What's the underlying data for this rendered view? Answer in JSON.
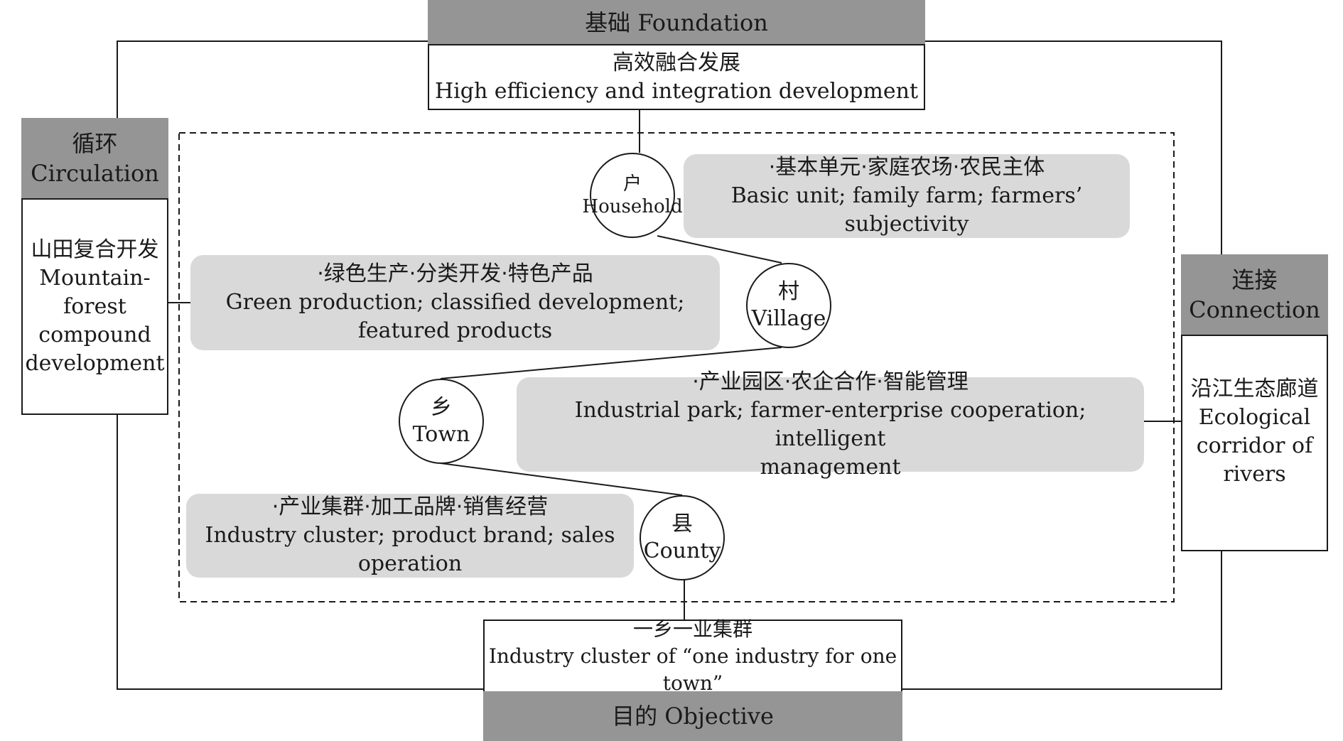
{
  "foundation": {
    "header": "基础 Foundation",
    "zh": "高效融合发展",
    "en": "High efficiency and integration development"
  },
  "objective": {
    "header": "目的 Objective",
    "zh": "一乡一业集群",
    "en": "Industry cluster of “one industry for one town”"
  },
  "circulation": {
    "header_zh": "循环",
    "header_en": "Circulation",
    "zh": "山田复合开发",
    "en_lines": [
      "Mountain-",
      "forest",
      "compound",
      "development"
    ]
  },
  "connection": {
    "header_zh": "连接",
    "header_en": "Connection",
    "zh": "沿江生态廊道",
    "en_lines": [
      "Ecological",
      "corridor of",
      "rivers"
    ]
  },
  "nodes": {
    "household": {
      "zh": "户",
      "en": "Household"
    },
    "village": {
      "zh": "村",
      "en": "Village"
    },
    "town": {
      "zh": "乡",
      "en": "Town"
    },
    "county": {
      "zh": "县",
      "en": "County"
    }
  },
  "pills": {
    "household": {
      "zh": "·基本单元·家庭农场·农民主体",
      "en_lines": [
        "Basic unit; family farm; farmers’ subjectivity"
      ]
    },
    "village": {
      "zh": "·绿色生产·分类开发·特色产品",
      "en_lines": [
        "Green production; classified development;",
        "featured products"
      ]
    },
    "town": {
      "zh": "·产业园区·农企合作·智能管理",
      "en_lines": [
        "Industrial park; farmer-enterprise cooperation; intelligent",
        "management"
      ]
    },
    "county": {
      "zh": "·产业集群·加工品牌·销售经营",
      "en_lines": [
        "Industry cluster; product brand; sales operation"
      ]
    }
  }
}
